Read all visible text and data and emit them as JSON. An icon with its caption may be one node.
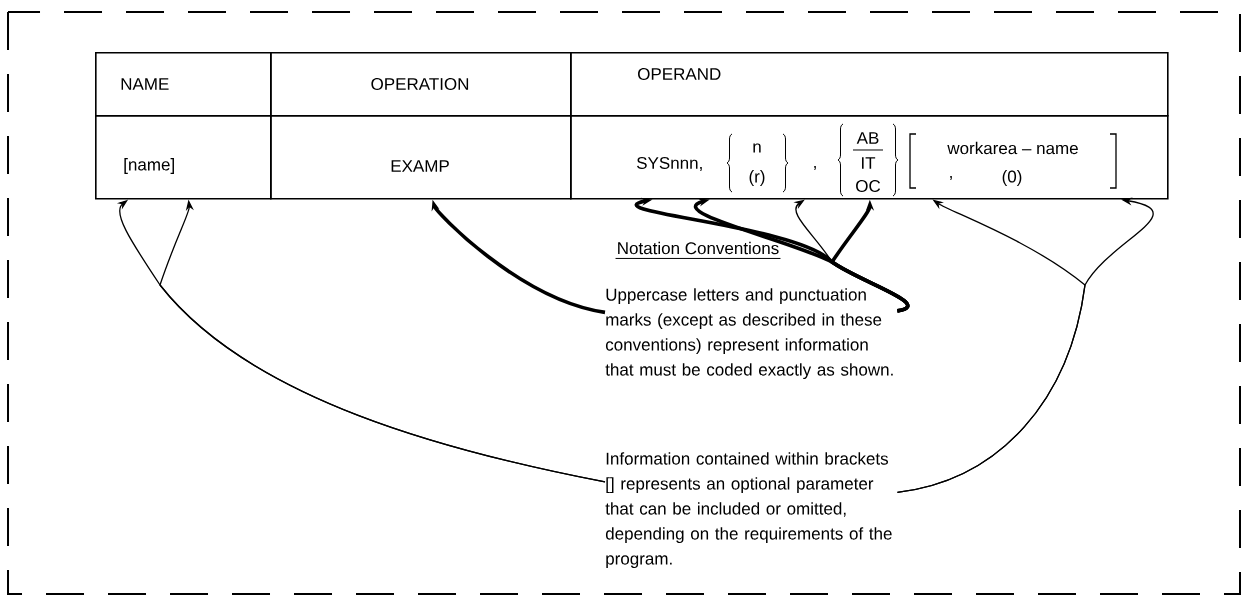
{
  "diagram": {
    "nodes": [
      {
        "text": [
          "NAME"
        ]
      },
      {
        "text": [
          "OPERATION"
        ]
      },
      {
        "text": [
          "OPERAND"
        ]
      },
      {
        "text": [
          "[name]"
        ]
      },
      {
        "text": [
          "EXAMP"
        ]
      },
      {
        "text": [
          "SYSnnn,",
          "n",
          "(r)",
          ",",
          "AB",
          "IT",
          "OC",
          "workarea – name",
          ",",
          "(0)"
        ]
      },
      {
        "text": [
          "Uppercase letters and punctuation marks (except as described in these conventions) represent information that must be coded exactly as shown."
        ]
      },
      {
        "text": [
          "Information contained within brackets [] represents an optional parameter that can be included or omitted, depending on the requirements of the program."
        ]
      }
    ],
    "edges": [
      {
        "from": 6,
        "to": 4,
        "arrow": "to",
        "style": "thick"
      },
      {
        "from": 6,
        "to": 5,
        "arrow": "to",
        "style": "thick"
      },
      {
        "from": 6,
        "to": 5,
        "arrow": "to",
        "style": "thick"
      },
      {
        "from": 6,
        "to": 5,
        "arrow": "to"
      },
      {
        "from": 6,
        "to": 5,
        "arrow": "to",
        "style": "thick"
      },
      {
        "from": 7,
        "to": 3,
        "arrow": "to"
      },
      {
        "from": 7,
        "to": 3,
        "arrow": "to"
      },
      {
        "from": 7,
        "to": 5,
        "arrow": "to"
      },
      {
        "from": 7,
        "to": 5,
        "arrow": "to"
      }
    ],
    "labels": [
      "Notation Conventions"
    ]
  }
}
